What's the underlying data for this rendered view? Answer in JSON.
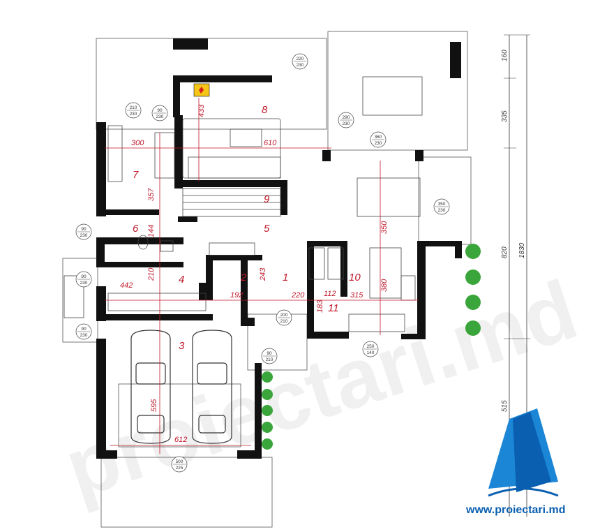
{
  "rooms": [
    {
      "id": "1",
      "label": "1"
    },
    {
      "id": "2",
      "label": "2"
    },
    {
      "id": "3",
      "label": "3"
    },
    {
      "id": "4",
      "label": "4"
    },
    {
      "id": "5",
      "label": "5"
    },
    {
      "id": "6",
      "label": "6"
    },
    {
      "id": "7",
      "label": "7"
    },
    {
      "id": "8",
      "label": "8"
    },
    {
      "id": "9",
      "label": "9"
    },
    {
      "id": "10",
      "label": "10"
    },
    {
      "id": "11",
      "label": "11"
    }
  ],
  "inner_dims": [
    "300",
    "610",
    "433",
    "357",
    "144",
    "210",
    "442",
    "243",
    "192",
    "220",
    "112",
    "315",
    "183",
    "380",
    "350",
    "595",
    "612"
  ],
  "outer_dims": [
    "160",
    "335",
    "820",
    "1830",
    "515"
  ],
  "openings": [
    {
      "w": "210",
      "h": "230"
    },
    {
      "w": "90",
      "h": "230"
    },
    {
      "w": "220",
      "h": "230"
    },
    {
      "w": "290",
      "h": "230"
    },
    {
      "w": "360",
      "h": "230"
    },
    {
      "w": "350",
      "h": "230"
    },
    {
      "w": "90",
      "h": "230"
    },
    {
      "w": "90",
      "h": "230"
    },
    {
      "w": "90",
      "h": "230"
    },
    {
      "w": "200",
      "h": "210"
    },
    {
      "w": "90",
      "h": "210"
    },
    {
      "w": "250",
      "h": "140"
    },
    {
      "w": "500",
      "h": "225"
    }
  ],
  "watermark": "proiectari.md",
  "logo_url": "www.proiectari.md",
  "colors": {
    "dims": "#c0182a",
    "walls": "#111111",
    "fireplace": "#f5c518",
    "plants": "#3aa53a",
    "logo_blue": "#0a5fb0"
  }
}
